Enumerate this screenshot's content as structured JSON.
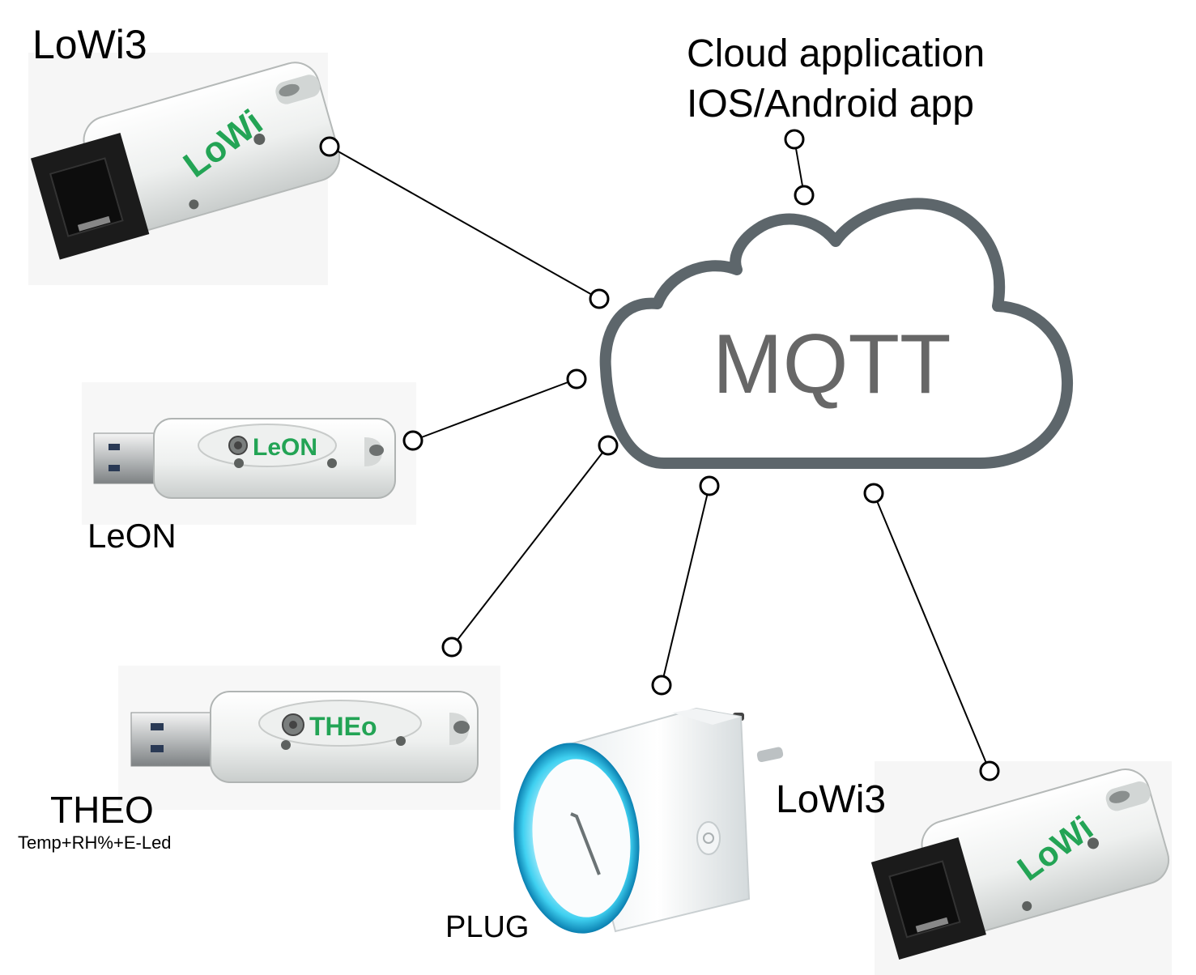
{
  "labels": {
    "lowi3_top": "LoWi3",
    "cloud_line1": "Cloud application",
    "cloud_line2": "IOS/Android app",
    "leon": "LeON",
    "theo": "THEO",
    "theo_sub": "Temp+RH%+E-Led",
    "plug": "PLUG",
    "lowi3_bottom": "LoWi3"
  },
  "cloud": {
    "text": "MQTT",
    "stroke_color": "#5d666b",
    "text_color": "#676767"
  },
  "devices": {
    "lowi_brand": "LoWi",
    "leon_brand": "LeON",
    "theo_brand": "THEo",
    "brand_color": "#23a455"
  },
  "icons": [
    "lowi-dongle-icon",
    "leon-usb-stick-icon",
    "theo-usb-stick-icon",
    "smart-plug-icon",
    "mqtt-cloud-icon"
  ],
  "colors": {
    "connector": "#000000",
    "plug_glow": "#3fd0f0"
  }
}
